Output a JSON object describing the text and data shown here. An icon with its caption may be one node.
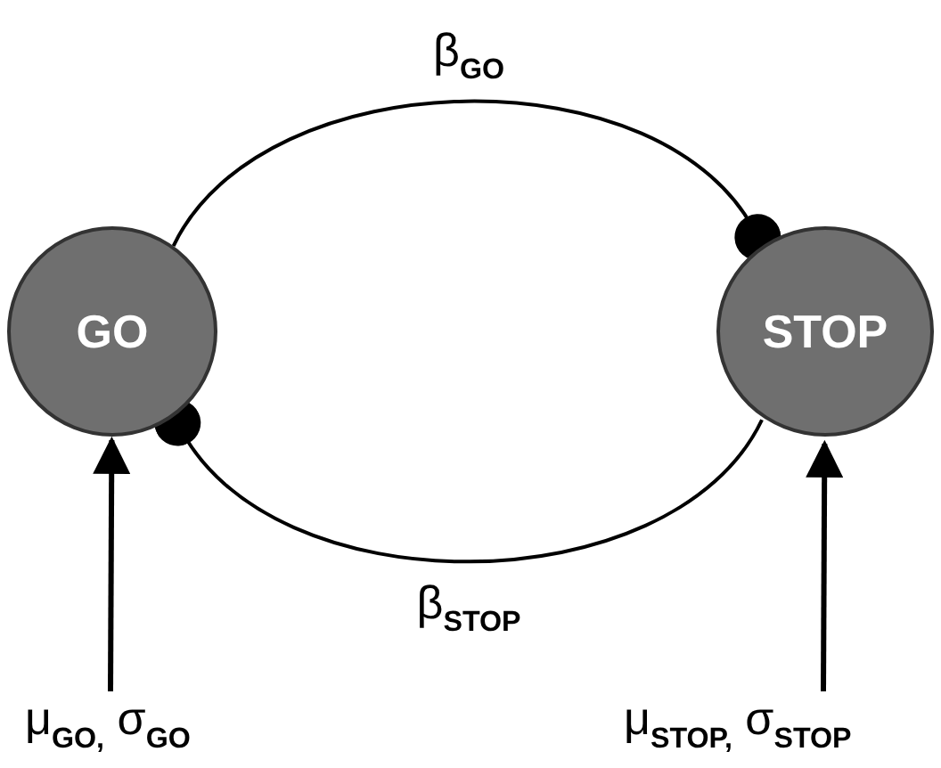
{
  "diagram": {
    "nodes": [
      {
        "text": [
          "GO"
        ]
      },
      {
        "text": [
          "STOP"
        ]
      },
      {
        "text": [
          "μ$_{GO,}$ σ$_{GO}$"
        ]
      },
      {
        "text": [
          "μ$_{STOP,}$ σ$_{STOP}$"
        ]
      }
    ],
    "edges": [
      {
        "from": 0,
        "to": 1,
        "arrow": "other",
        "label": "β$_{GO}$"
      },
      {
        "from": 1,
        "to": 0,
        "arrow": "other",
        "label": "β$_{STOP}$"
      },
      {
        "from": 2,
        "to": 0,
        "arrow": "to"
      },
      {
        "from": 3,
        "to": 1,
        "arrow": "to"
      }
    ]
  }
}
